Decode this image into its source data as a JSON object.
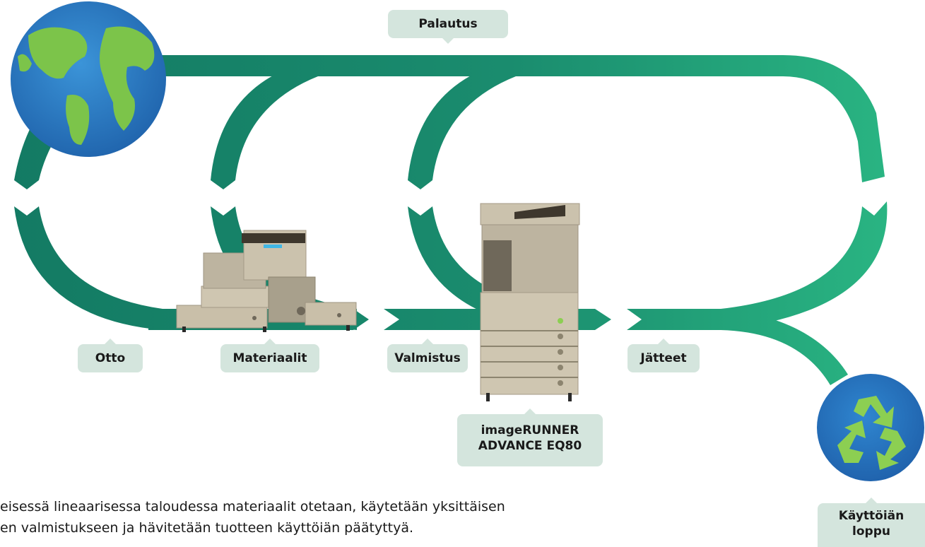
{
  "labels": {
    "palautus": "Palautus",
    "otto": "Otto",
    "materiaalit": "Materiaalit",
    "valmistus": "Valmistus",
    "jatteet": "Jätteet",
    "product_line1": "imageRUNNER",
    "product_line2": "ADVANCE EQ80",
    "end_line1": "Käyttöiän",
    "end_line2": "loppu"
  },
  "description": {
    "line1": "eisessä lineaarisessa taloudessa materiaalit otetaan, käytetään yksittäisen",
    "line2": "en valmistukseen ja hävitetään tuotteen käyttöiän päätyttyä."
  },
  "colors": {
    "flow_dark": "#137a63",
    "flow_light": "#2bb884",
    "label_bg": "#d4e5dd",
    "globe_ocean": "#2a7cc8",
    "globe_land": "#7cc44a",
    "recycle_circle": "#2470bd",
    "recycle_arrows": "#8ccf52"
  },
  "icons": [
    "globe-icon",
    "recycle-icon",
    "production-printer-icon",
    "office-printer-icon"
  ]
}
